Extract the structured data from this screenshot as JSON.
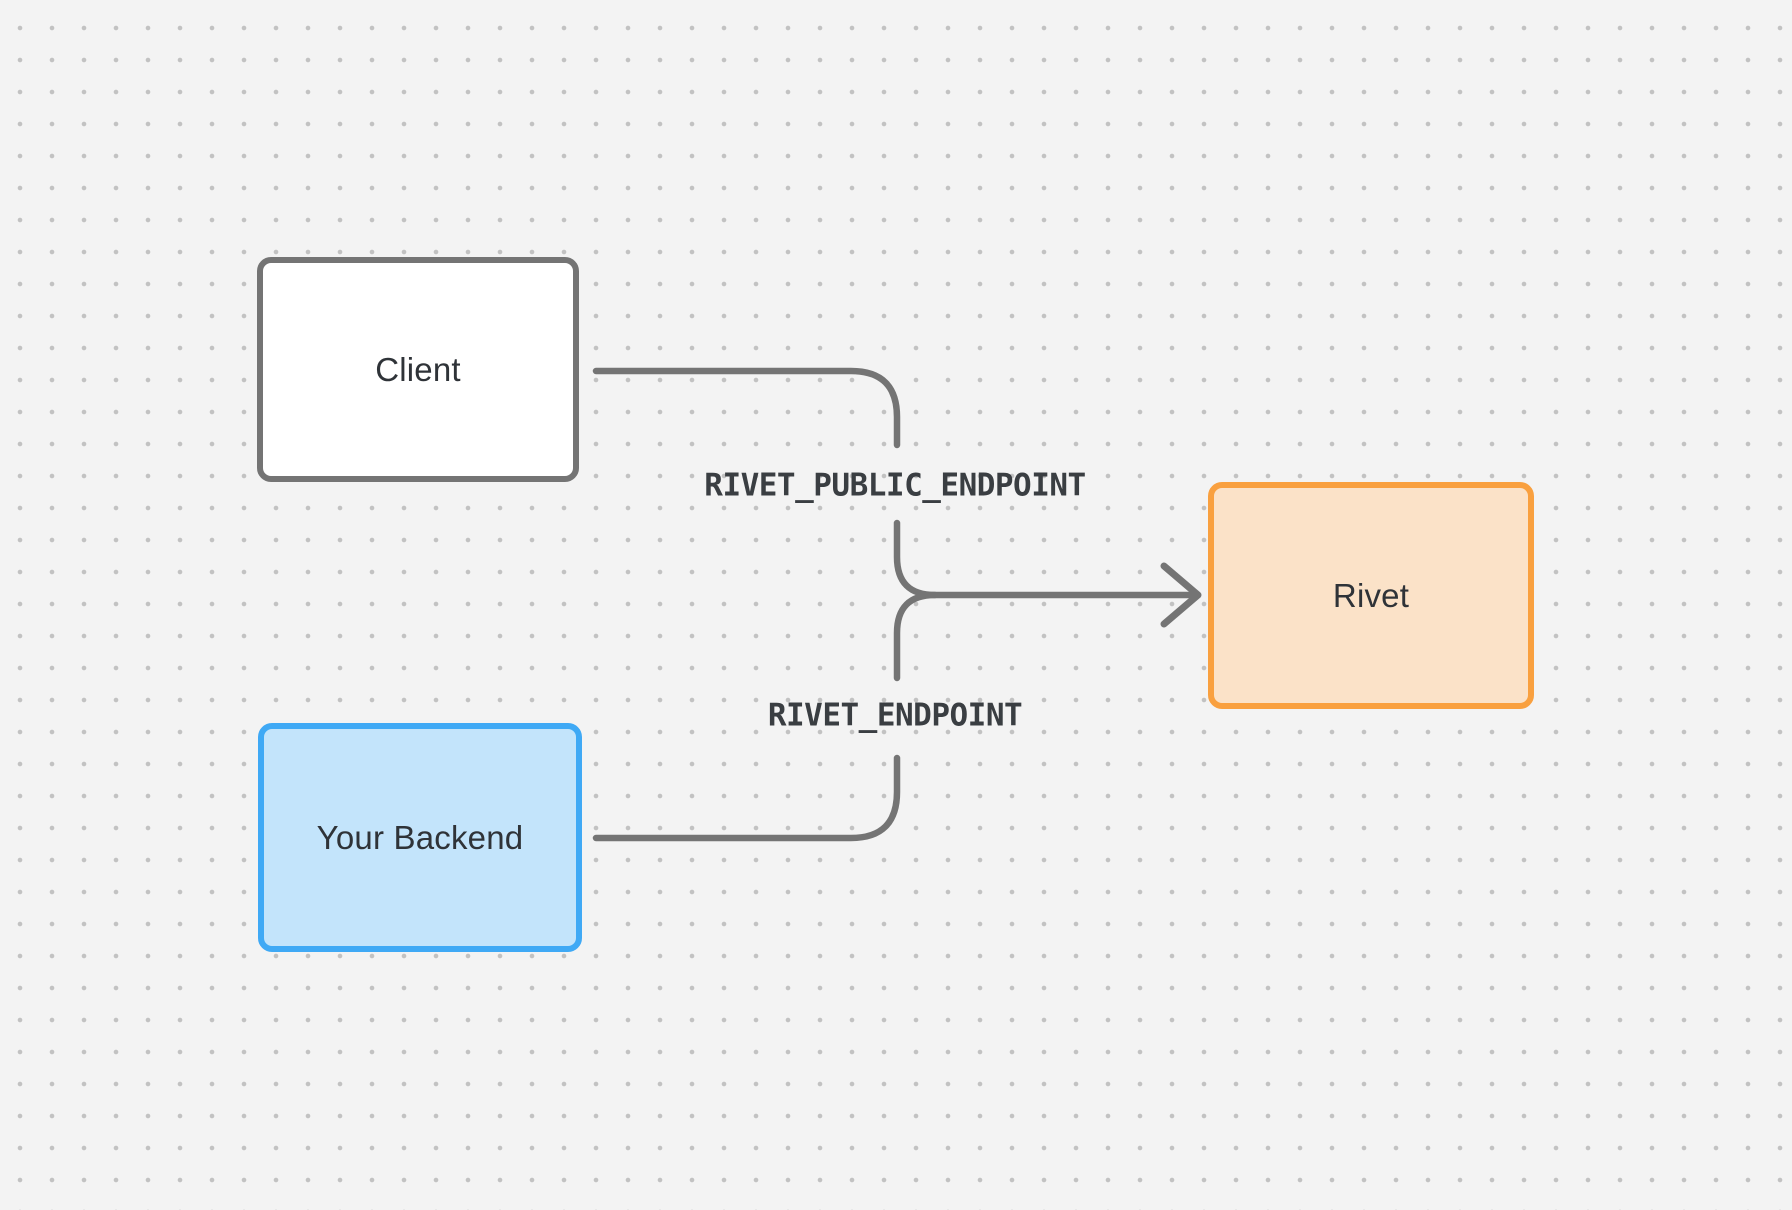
{
  "nodes": {
    "client": {
      "label": "Client"
    },
    "backend": {
      "label": "Your Backend"
    },
    "rivet": {
      "label": "Rivet"
    }
  },
  "edge_labels": {
    "public_endpoint": "RIVET_PUBLIC_ENDPOINT",
    "endpoint": "RIVET_ENDPOINT"
  },
  "colors": {
    "canvas_bg": "#f3f3f3",
    "grid_dot": "#c2c2c2",
    "connector": "#747474",
    "node_text": "#2f3338",
    "edge_label_text": "#3a3e42",
    "client_border": "#747474",
    "client_fill": "#ffffff",
    "backend_border": "#3fa9f5",
    "backend_fill": "#c3e4fb",
    "rivet_border": "#f9a03f",
    "rivet_fill": "#fbe2c8"
  }
}
